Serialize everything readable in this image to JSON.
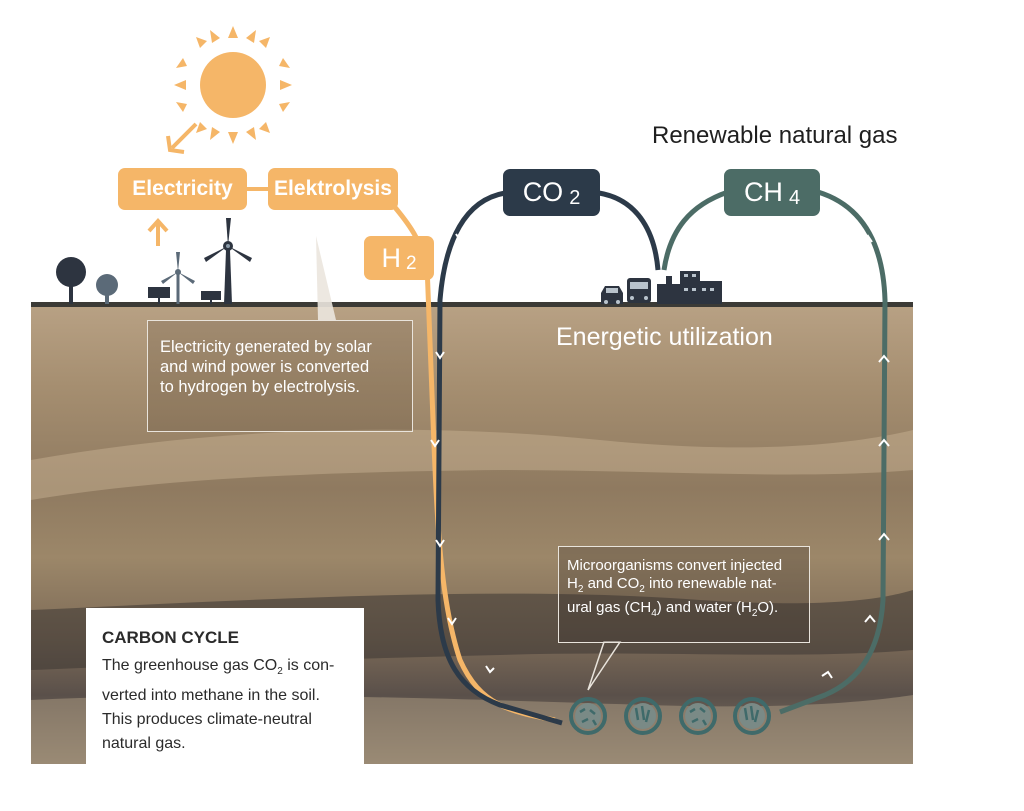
{
  "heading": "Renewable natural gas",
  "labels": {
    "electricity": "Electricity",
    "elektrolysis": "Elektrolysis",
    "h2": "H",
    "h2_sub": "2",
    "co2": "CO",
    "co2_sub": "2",
    "ch4": "CH",
    "ch4_sub": "4",
    "energetic": "Energetic utilization"
  },
  "callout_electricity": {
    "line1": "Electricity generated by solar",
    "line2": "and wind power is converted",
    "line3": "to hydrogen by electrolysis."
  },
  "callout_micro": {
    "line1": "Microorganisms convert injected",
    "l2_a": "H",
    "l2_sub1": "2",
    "l2_b": " and CO",
    "l2_sub2": "2",
    "l2_c": " into renewable nat-",
    "l3_a": "ural gas (CH",
    "l3_sub1": "4",
    "l3_b": ") and water (H",
    "l3_sub2": "2",
    "l3_c": "O)."
  },
  "carbon_cycle": {
    "title": "CARBON CYCLE",
    "l1_a": "The greenhouse gas CO",
    "l1_sub": "2",
    "l1_b": " is con-",
    "l2": "verted into methane in the soil.",
    "l3": "This produces climate-neutral",
    "l4": "natural gas."
  },
  "icons": [
    "sun-icon",
    "tree-icon",
    "solar-panel-icon",
    "wind-turbine-icon",
    "car-icon",
    "bus-icon",
    "factory-icon",
    "microorganism-icon"
  ],
  "colors": {
    "orange": "#f5b668",
    "co2_dark": "#2c3a49",
    "ch4_teal": "#4c6c66",
    "ground_line": "#3b3a36"
  }
}
